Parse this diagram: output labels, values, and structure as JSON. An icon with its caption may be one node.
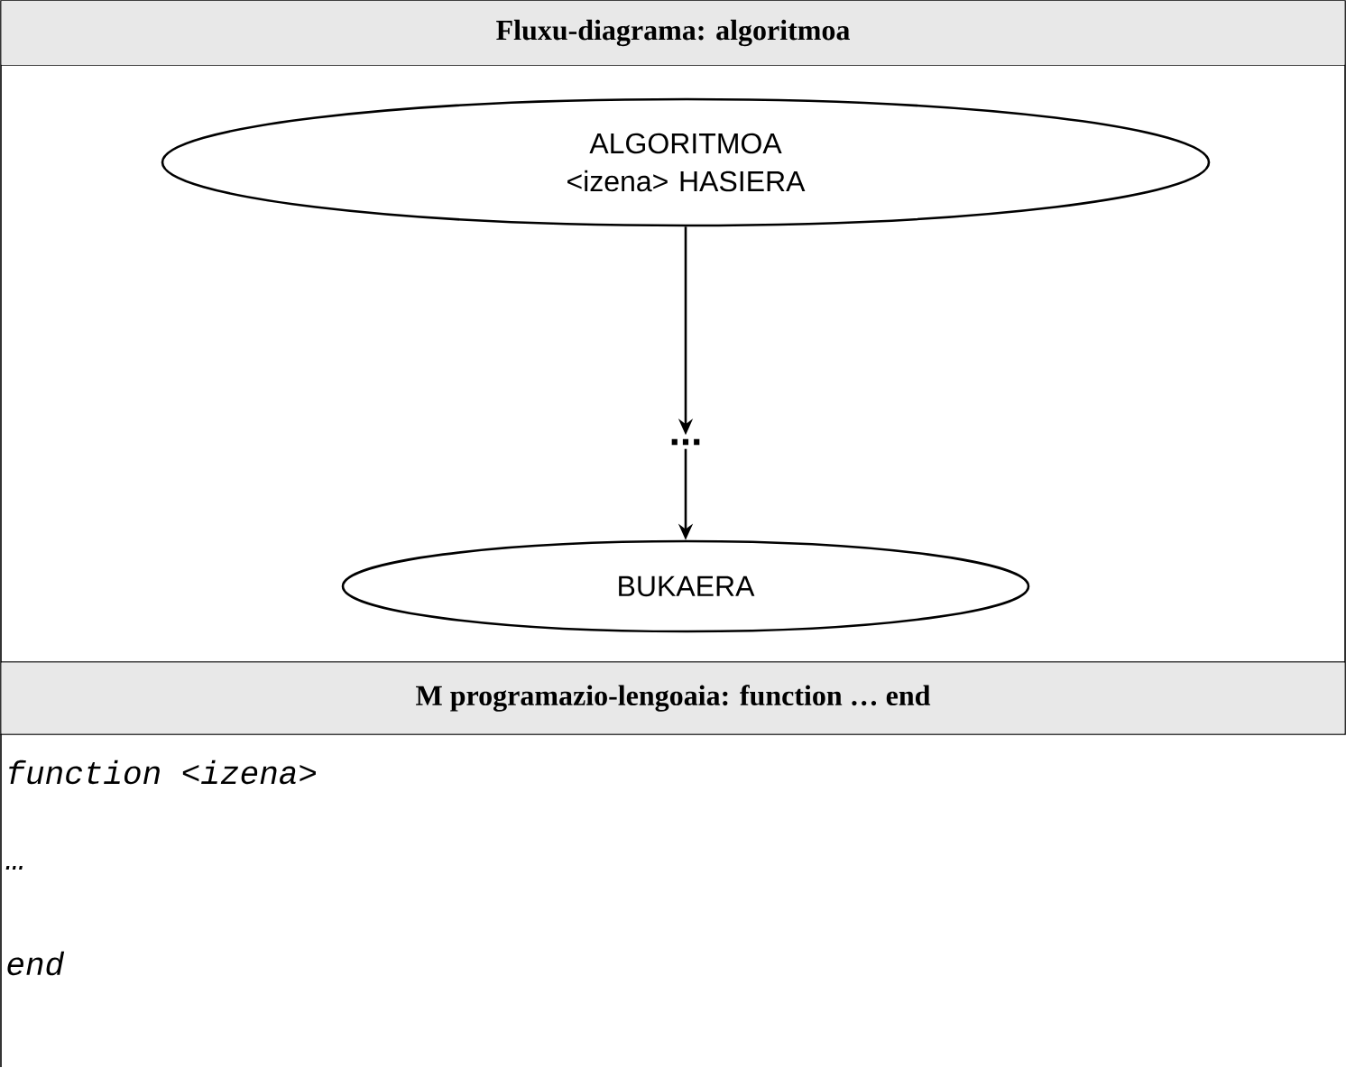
{
  "diagram": {
    "nodes": [
      {
        "text": [
          "Fluxu-diagrama: algoritmoa"
        ]
      },
      {
        "text": [
          "ALGORITMOA <izena> HASIERA"
        ]
      },
      {
        "text": [
          "..."
        ]
      },
      {
        "text": [
          "BUKAERA"
        ]
      },
      {
        "text": [
          "M programazio-lengoaia: function … end"
        ]
      }
    ],
    "edges": [
      {
        "from": 1,
        "to": 2,
        "arrow": "to"
      },
      {
        "from": 2,
        "to": 3,
        "arrow": "to"
      }
    ],
    "labels": [
      "function <izena>",
      "…",
      "end"
    ]
  }
}
